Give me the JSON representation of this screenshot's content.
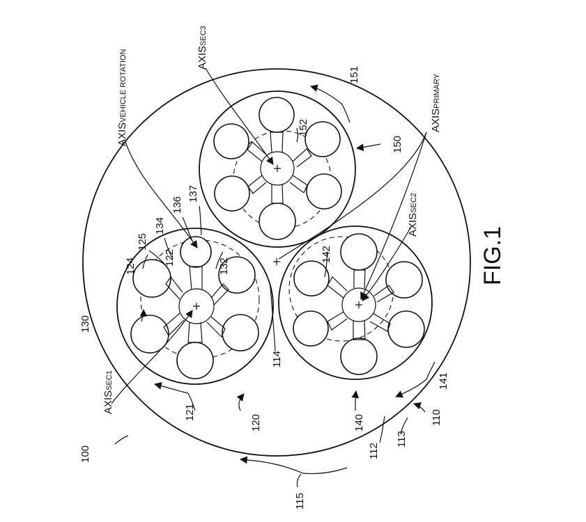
{
  "figure": {
    "caption": "FIG.1",
    "refs": {
      "r100": "100",
      "r110": "110",
      "r112": "112",
      "r113": "113",
      "r114": "114",
      "r115": "115",
      "r120": "120",
      "r121": "121",
      "r122": "122",
      "r124": "124",
      "r125": "125",
      "r130": "130",
      "r132": "132",
      "r134": "134",
      "r136": "136",
      "r137": "137",
      "r140": "140",
      "r141": "141",
      "r142": "142",
      "r150": "150",
      "r151": "151",
      "r152": "152"
    },
    "axes": {
      "prefix": "AXIS",
      "vehicle_rotation": "VEHICLE ROTATION",
      "primary": "PRIMARY",
      "sec1": "SEC1",
      "sec2": "SEC2",
      "sec3": "SEC3"
    }
  }
}
